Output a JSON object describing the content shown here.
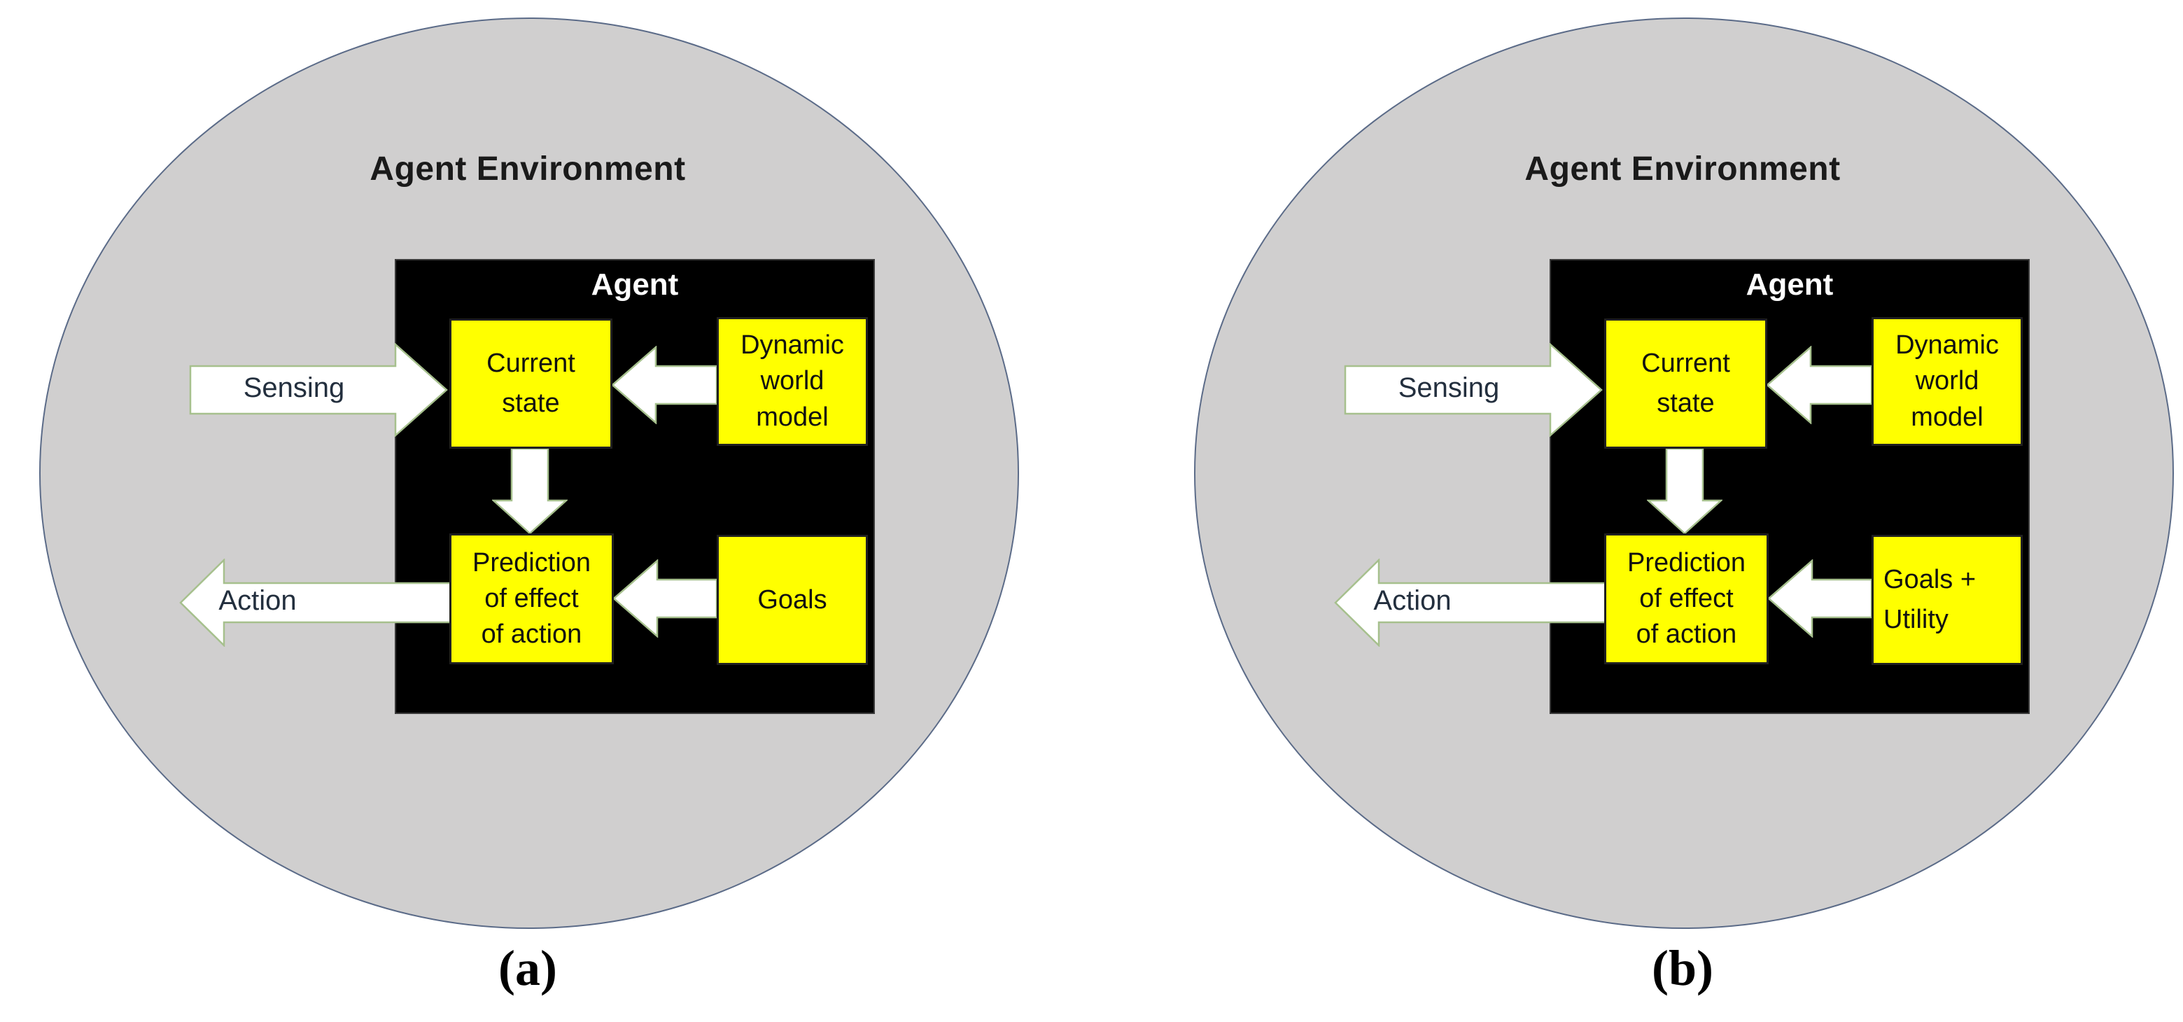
{
  "panels": [
    {
      "caption": "(a)",
      "environment_label": "Agent Environment",
      "agent_label": "Agent",
      "sensing_label": "Sensing",
      "action_label": "Action",
      "current_state": "Current\nstate",
      "world_model": "Dynamic\nworld\nmodel",
      "prediction": "Prediction\nof effect\nof action",
      "goals": "Goals"
    },
    {
      "caption": "(b)",
      "environment_label": "Agent Environment",
      "agent_label": "Agent",
      "sensing_label": "Sensing",
      "action_label": "Action",
      "current_state": "Current\nstate",
      "world_model": "Dynamic\nworld\nmodel",
      "prediction": "Prediction\nof effect\nof action",
      "goals": "Goals +\nUtility"
    }
  ],
  "colors": {
    "ellipse_fill": "#d0cfcf",
    "ellipse_border": "#5b6b88",
    "agent_box": "#000000",
    "box_yellow": "#ffff00",
    "box_border": "#202020",
    "arrow_fill": "#ffffff",
    "arrow_border": "#a6c08d",
    "title_text": "#1a1a1a",
    "agent_text": "#ffffff"
  }
}
